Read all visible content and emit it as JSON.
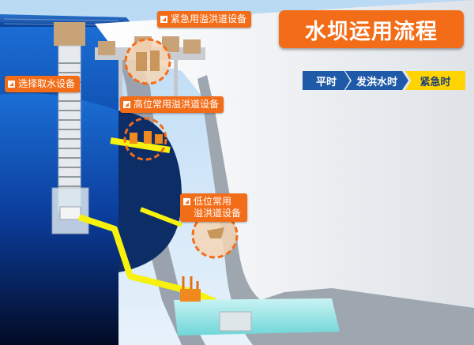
{
  "title": "水坝运用流程",
  "tabs": [
    {
      "label": "平时",
      "active": false
    },
    {
      "label": "发洪水时",
      "active": false
    },
    {
      "label": "紧急时",
      "active": true
    }
  ],
  "labels": {
    "emergency_spillway": "紧急用溢洪道设备",
    "intake": "选择取水设备",
    "high_spillway": "高位常用溢洪道设备",
    "low_spillway_line1": "低位常用",
    "low_spillway_line2": "溢洪道设备"
  },
  "colors": {
    "accent": "#f36d19",
    "tab_blue": "#1e5aa8",
    "tab_active": "#ffd400",
    "water": "#0a3fa8",
    "pipe": "#f7f10d"
  }
}
